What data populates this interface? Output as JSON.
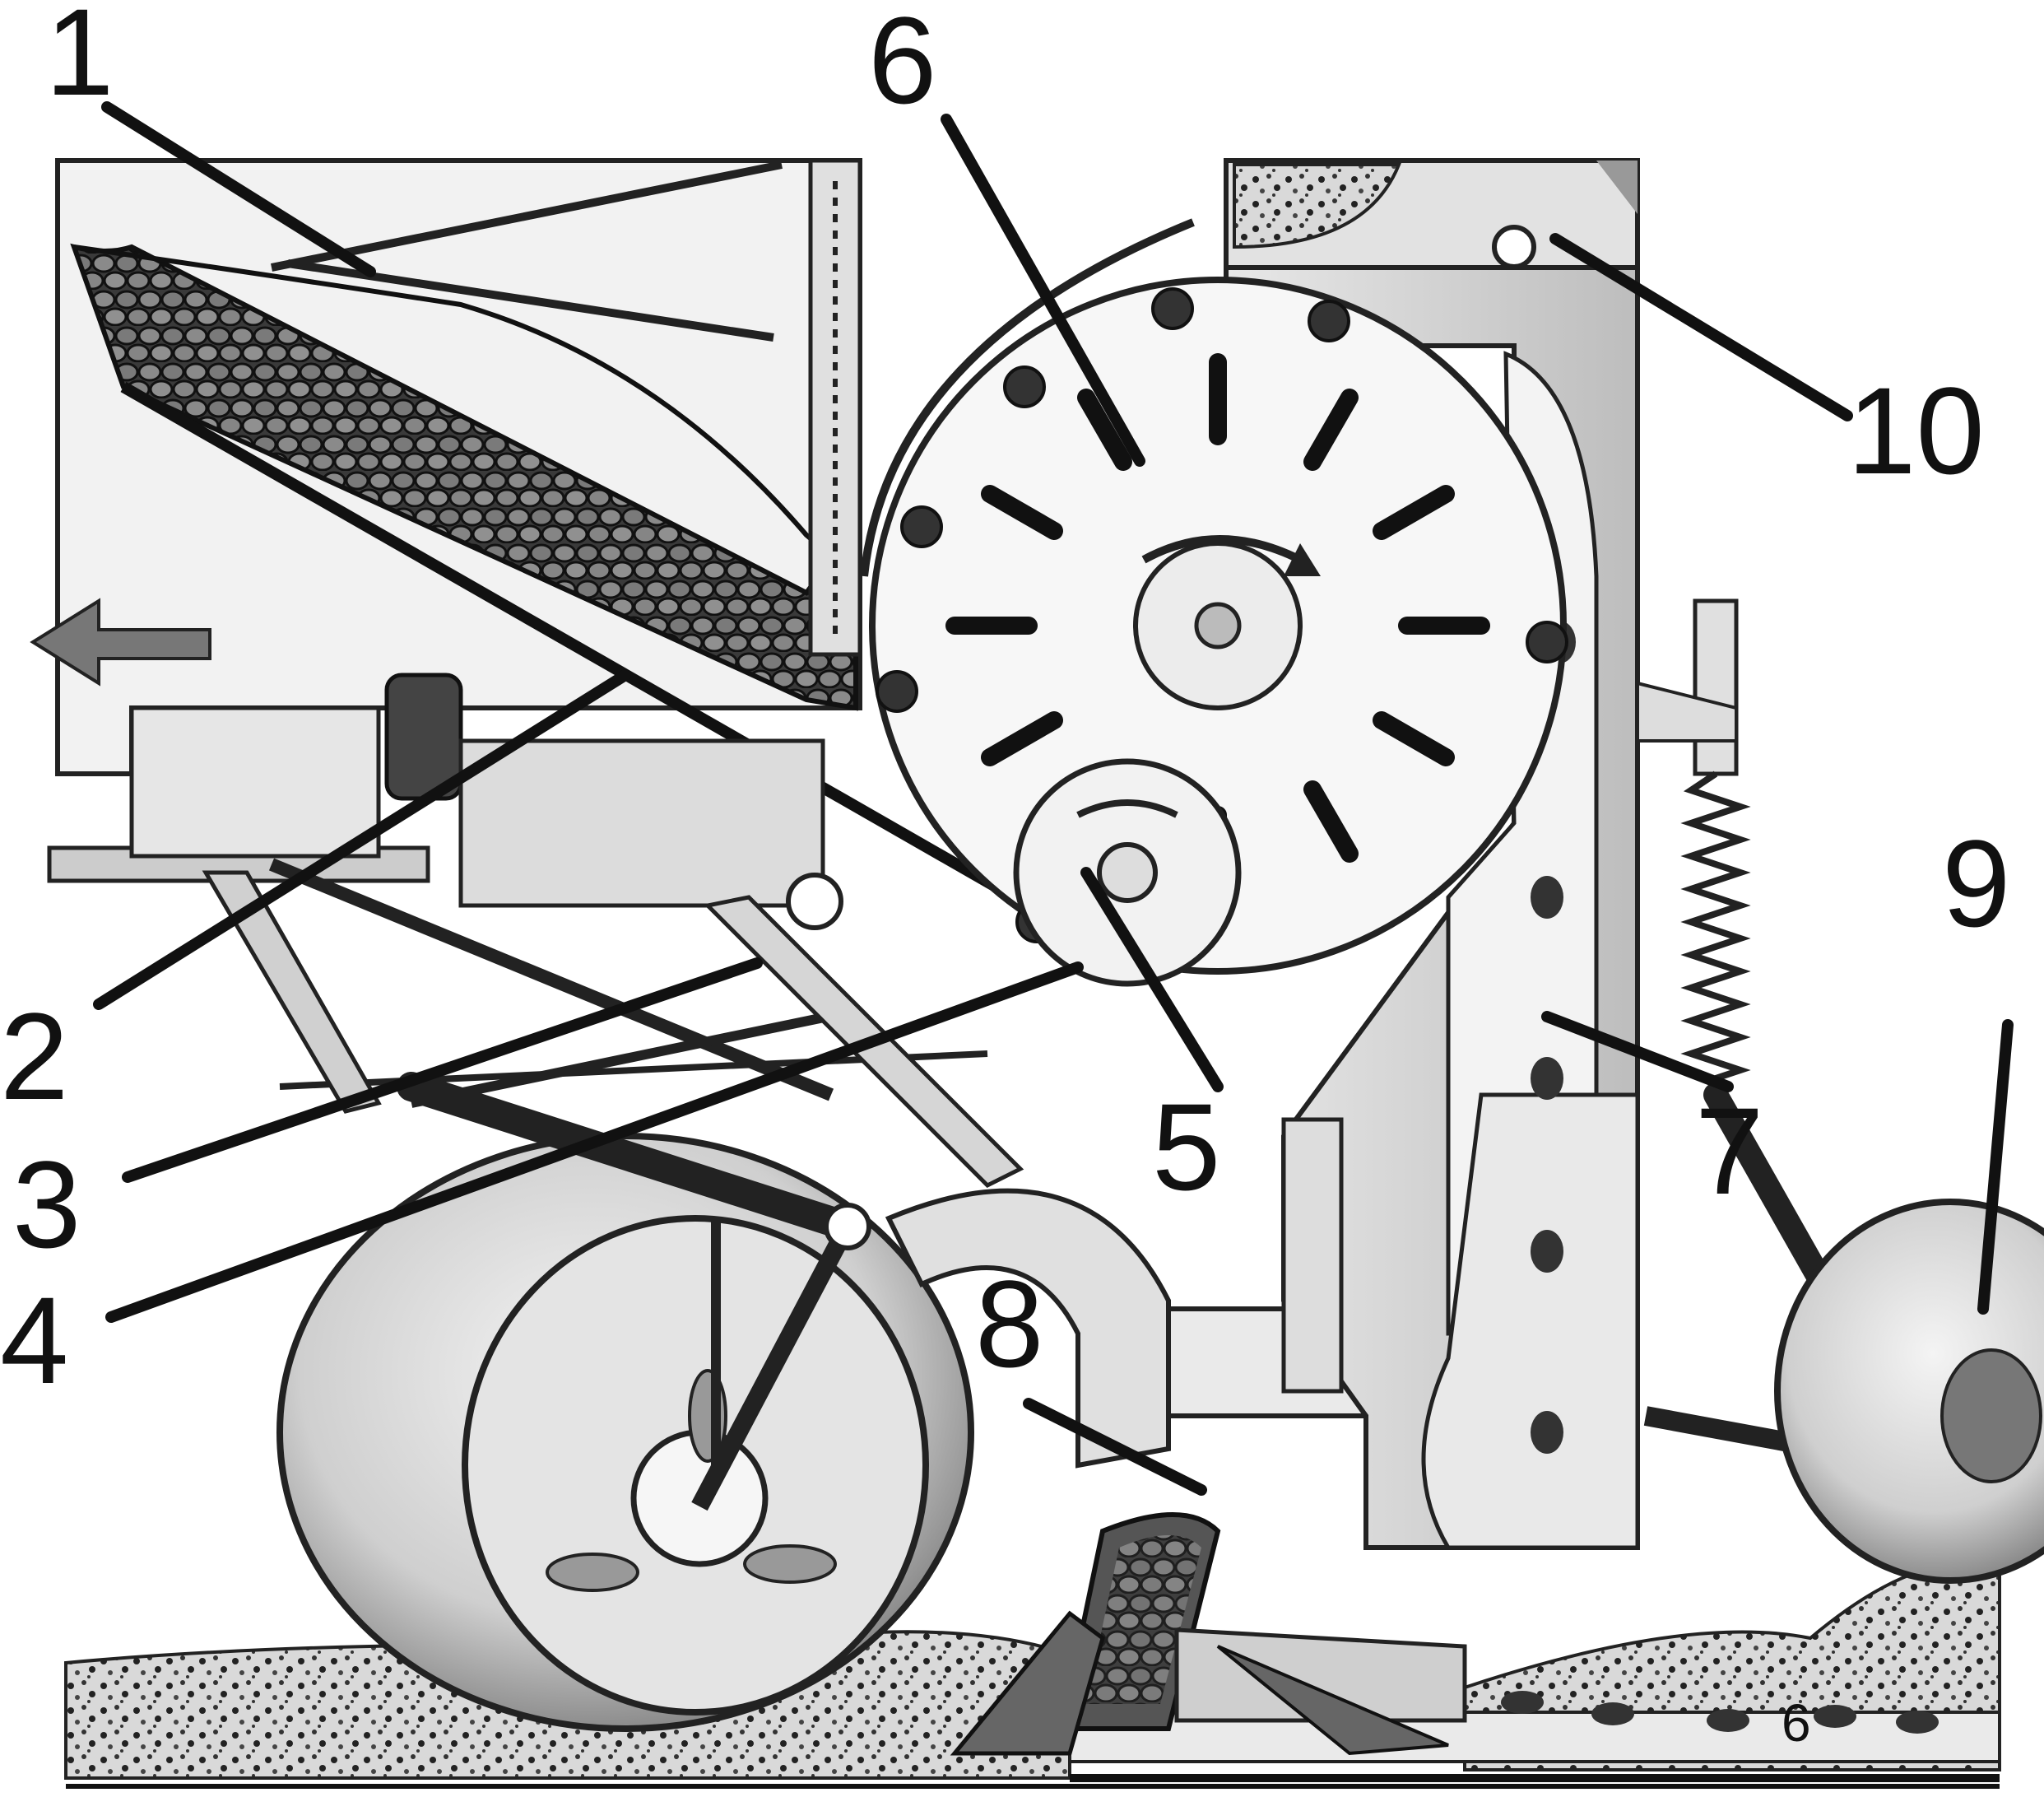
{
  "callouts": [
    {
      "id": "1",
      "label": "1"
    },
    {
      "id": "2",
      "label": "2"
    },
    {
      "id": "3",
      "label": "3"
    },
    {
      "id": "4",
      "label": "4"
    },
    {
      "id": "5",
      "label": "5"
    },
    {
      "id": "6",
      "label": "6"
    },
    {
      "id": "7",
      "label": "7"
    },
    {
      "id": "8",
      "label": "8"
    },
    {
      "id": "9",
      "label": "9"
    },
    {
      "id": "10",
      "label": "10"
    }
  ],
  "inline_labels": {
    "furrow_tuber": "6"
  }
}
